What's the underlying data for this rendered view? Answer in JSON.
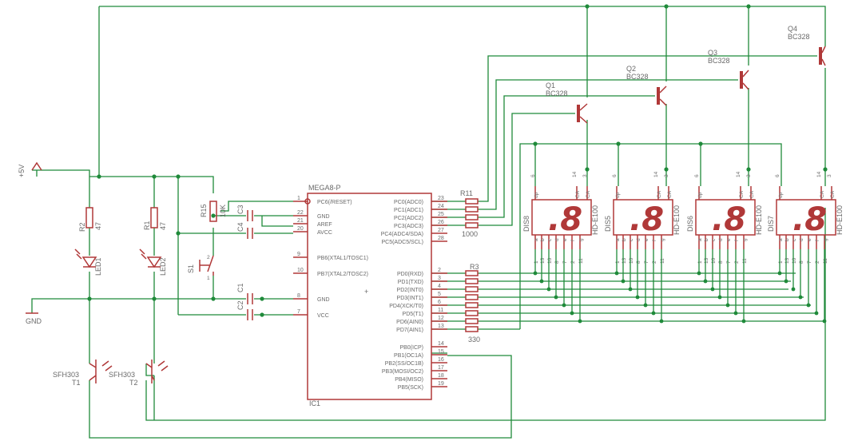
{
  "colors": {
    "wire": "#1f8a3a",
    "part": "#b03838",
    "text": "#6a6a6a"
  },
  "power": {
    "vcc": "+5V",
    "gnd": "GND"
  },
  "resistors": {
    "r1": {
      "name": "R1",
      "value": "47"
    },
    "r2": {
      "name": "R2",
      "value": "47"
    },
    "r15": {
      "name": "R15",
      "value": "10K"
    },
    "r11": {
      "name": "R11",
      "value": "1000"
    },
    "r3": {
      "name": "R3",
      "value": "330"
    }
  },
  "leds": {
    "led1": "LED1",
    "led2": "LED2"
  },
  "caps": {
    "c1": "C1",
    "c2": "C2",
    "c3": "C3",
    "c4": "C4"
  },
  "switch": "S1",
  "phototransistors": {
    "t1": {
      "name": "T1",
      "part": "SFH303"
    },
    "t2": {
      "name": "T2",
      "part": "SFH303"
    }
  },
  "mcu": {
    "part": "MEGA8-P",
    "ref": "IC1",
    "left_pins": [
      {
        "num": "1",
        "name": "PC6(/RESET)"
      },
      {
        "num": "22",
        "name": "GND"
      },
      {
        "num": "21",
        "name": "AREF"
      },
      {
        "num": "20",
        "name": "AVCC"
      },
      {
        "num": "9",
        "name": "PB6(XTAL1/TOSC1)"
      },
      {
        "num": "10",
        "name": "PB7(XTAL2/TOSC2)"
      },
      {
        "num": "8",
        "name": "GND"
      },
      {
        "num": "7",
        "name": "VCC"
      }
    ],
    "right_pins": [
      {
        "num": "23",
        "name": "PC0(ADC0)"
      },
      {
        "num": "24",
        "name": "PC1(ADC1)"
      },
      {
        "num": "25",
        "name": "PC2(ADC2)"
      },
      {
        "num": "26",
        "name": "PC3(ADC3)"
      },
      {
        "num": "27",
        "name": "PC4(ADC4/SDA)"
      },
      {
        "num": "28",
        "name": "PC5(ADC5/SCL)"
      },
      {
        "num": "2",
        "name": "PD0(RXD)"
      },
      {
        "num": "3",
        "name": "PD1(TXD)"
      },
      {
        "num": "4",
        "name": "PD2(INT0)"
      },
      {
        "num": "5",
        "name": "PD3(INT1)"
      },
      {
        "num": "6",
        "name": "PD4(XCK/T0)"
      },
      {
        "num": "11",
        "name": "PD5(T1)"
      },
      {
        "num": "12",
        "name": "PD6(AIN0)"
      },
      {
        "num": "13",
        "name": "PD7(AIN1)"
      },
      {
        "num": "14",
        "name": "PB0(ICP)"
      },
      {
        "num": "15",
        "name": "PB1(OC1A)"
      },
      {
        "num": "16",
        "name": "PB2(SS/OC1B)"
      },
      {
        "num": "17",
        "name": "PB3(MOSI/OC2)"
      },
      {
        "num": "18",
        "name": "PB4(MISO)"
      },
      {
        "num": "19",
        "name": "PB5(SCK)"
      }
    ]
  },
  "transistors": [
    {
      "name": "Q1",
      "part": "BC328"
    },
    {
      "name": "Q2",
      "part": "BC328"
    },
    {
      "name": "Q3",
      "part": "BC328"
    },
    {
      "name": "Q4",
      "part": "BC328"
    }
  ],
  "displays": [
    {
      "name": "DIS8",
      "part": "HD-E100",
      "glyph": ".8"
    },
    {
      "name": "DIS5",
      "part": "HD-E100",
      "glyph": ".8"
    },
    {
      "name": "DIS6",
      "part": "HD-E100",
      "glyph": ".8"
    },
    {
      "name": "DIS7",
      "part": "HD-E100",
      "glyph": ".8"
    }
  ],
  "display_pins": {
    "top_nums": [
      "6",
      "14",
      "3"
    ],
    "top_names": [
      "dp",
      "CA",
      "CA"
    ],
    "bottom_nums": [
      "1",
      "13",
      "10",
      "8",
      "7",
      "2",
      "11"
    ],
    "bottom_names": [
      "a",
      "b",
      "c",
      "d",
      "e",
      "f",
      "g"
    ]
  }
}
